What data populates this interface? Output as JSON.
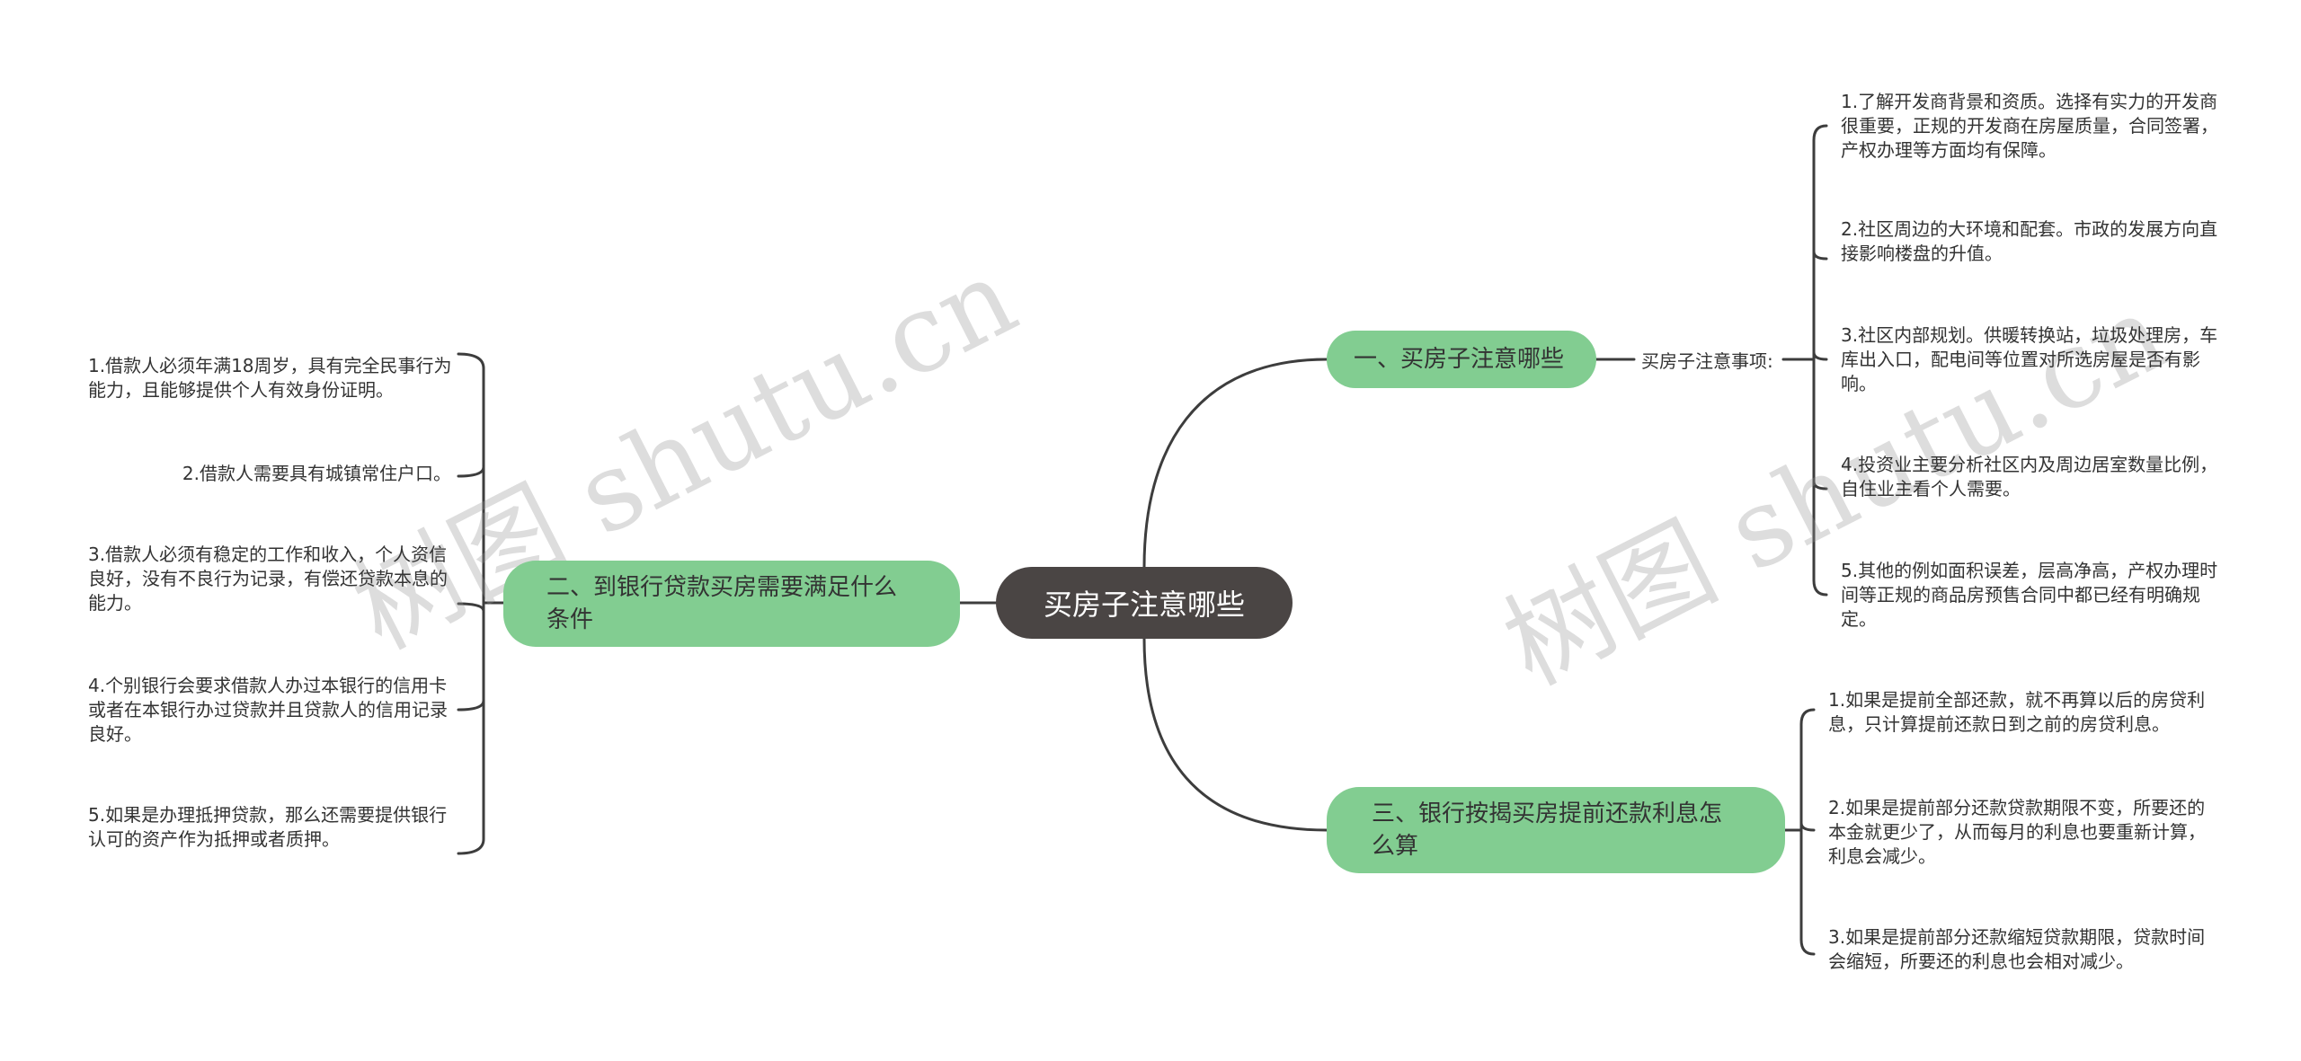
{
  "root": {
    "label": "买房子注意哪些"
  },
  "branches": [
    {
      "label": "一、买房子注意哪些",
      "subtitle": "买房子注意事项:",
      "items": [
        "1.了解开发商背景和资质。选择有实力的开发商很重要，正规的开发商在房屋质量，合同签署，产权办理等方面均有保障。",
        "2.社区周边的大环境和配套。市政的发展方向直接影响楼盘的升值。",
        "3.社区内部规划。供暖转换站，垃圾处理房，车库出入口，配电间等位置对所选房屋是否有影响。",
        "4.投资业主要分析社区内及周边居室数量比例，自住业主看个人需要。",
        "5.其他的例如面积误差，层高净高，产权办理时间等正规的商品房预售合同中都已经有明确规定。"
      ]
    },
    {
      "label": "二、到银行贷款买房需要满足什么条件",
      "items": [
        "1.借款人必须年满18周岁，具有完全民事行为能力，且能够提供个人有效身份证明。",
        "2.借款人需要具有城镇常住户口。",
        "3.借款人必须有稳定的工作和收入，个人资信良好，没有不良行为记录，有偿还贷款本息的能力。",
        "4.个别银行会要求借款人办过本银行的信用卡或者在本银行办过贷款并且贷款人的信用记录良好。",
        "5.如果是办理抵押贷款，那么还需要提供银行认可的资产作为抵押或者质押。"
      ]
    },
    {
      "label": "三、银行按揭买房提前还款利息怎么算",
      "items": [
        "1.如果是提前全部还款，就不再算以后的房贷利息，只计算提前还款日到之前的房贷利息。",
        "2.如果是提前部分还款贷款期限不变，所要还的本金就更少了，从而每月的利息也要重新计算，利息会减少。",
        "3.如果是提前部分还款缩短贷款期限，贷款时间会缩短，所要还的利息也会相对减少。"
      ]
    }
  ],
  "watermarks": [
    "树图 shutu.cn",
    "树图 shutu.cn"
  ],
  "colors": {
    "root_bg": "#4a4544",
    "branch_bg": "#82cd91",
    "line": "#3d3d3d",
    "text": "#333333"
  }
}
